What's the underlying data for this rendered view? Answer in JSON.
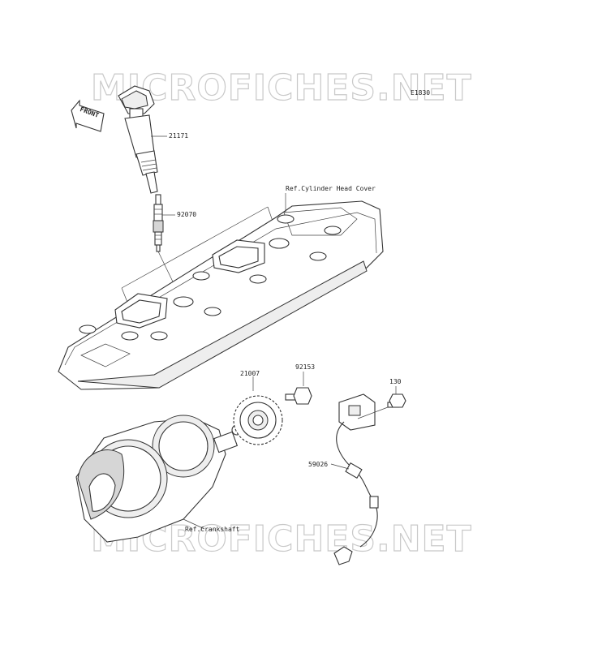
{
  "diagram": {
    "code": "E1830",
    "front_label": "FRONT",
    "watermark": "MICROFICHES.NET",
    "references": {
      "cylinder_head_cover": "Ref.Cylinder Head Cover",
      "crankshaft": "Ref.Crankshaft"
    },
    "parts": [
      {
        "number": "21171",
        "part": "ignition-coil"
      },
      {
        "number": "92070",
        "part": "spark-plug"
      },
      {
        "number": "21007",
        "part": "timing-rotor"
      },
      {
        "number": "92153",
        "part": "rotor-bolt"
      },
      {
        "number": "130",
        "part": "sensor-bolt"
      },
      {
        "number": "59026",
        "part": "crankshaft-sensor"
      }
    ]
  }
}
